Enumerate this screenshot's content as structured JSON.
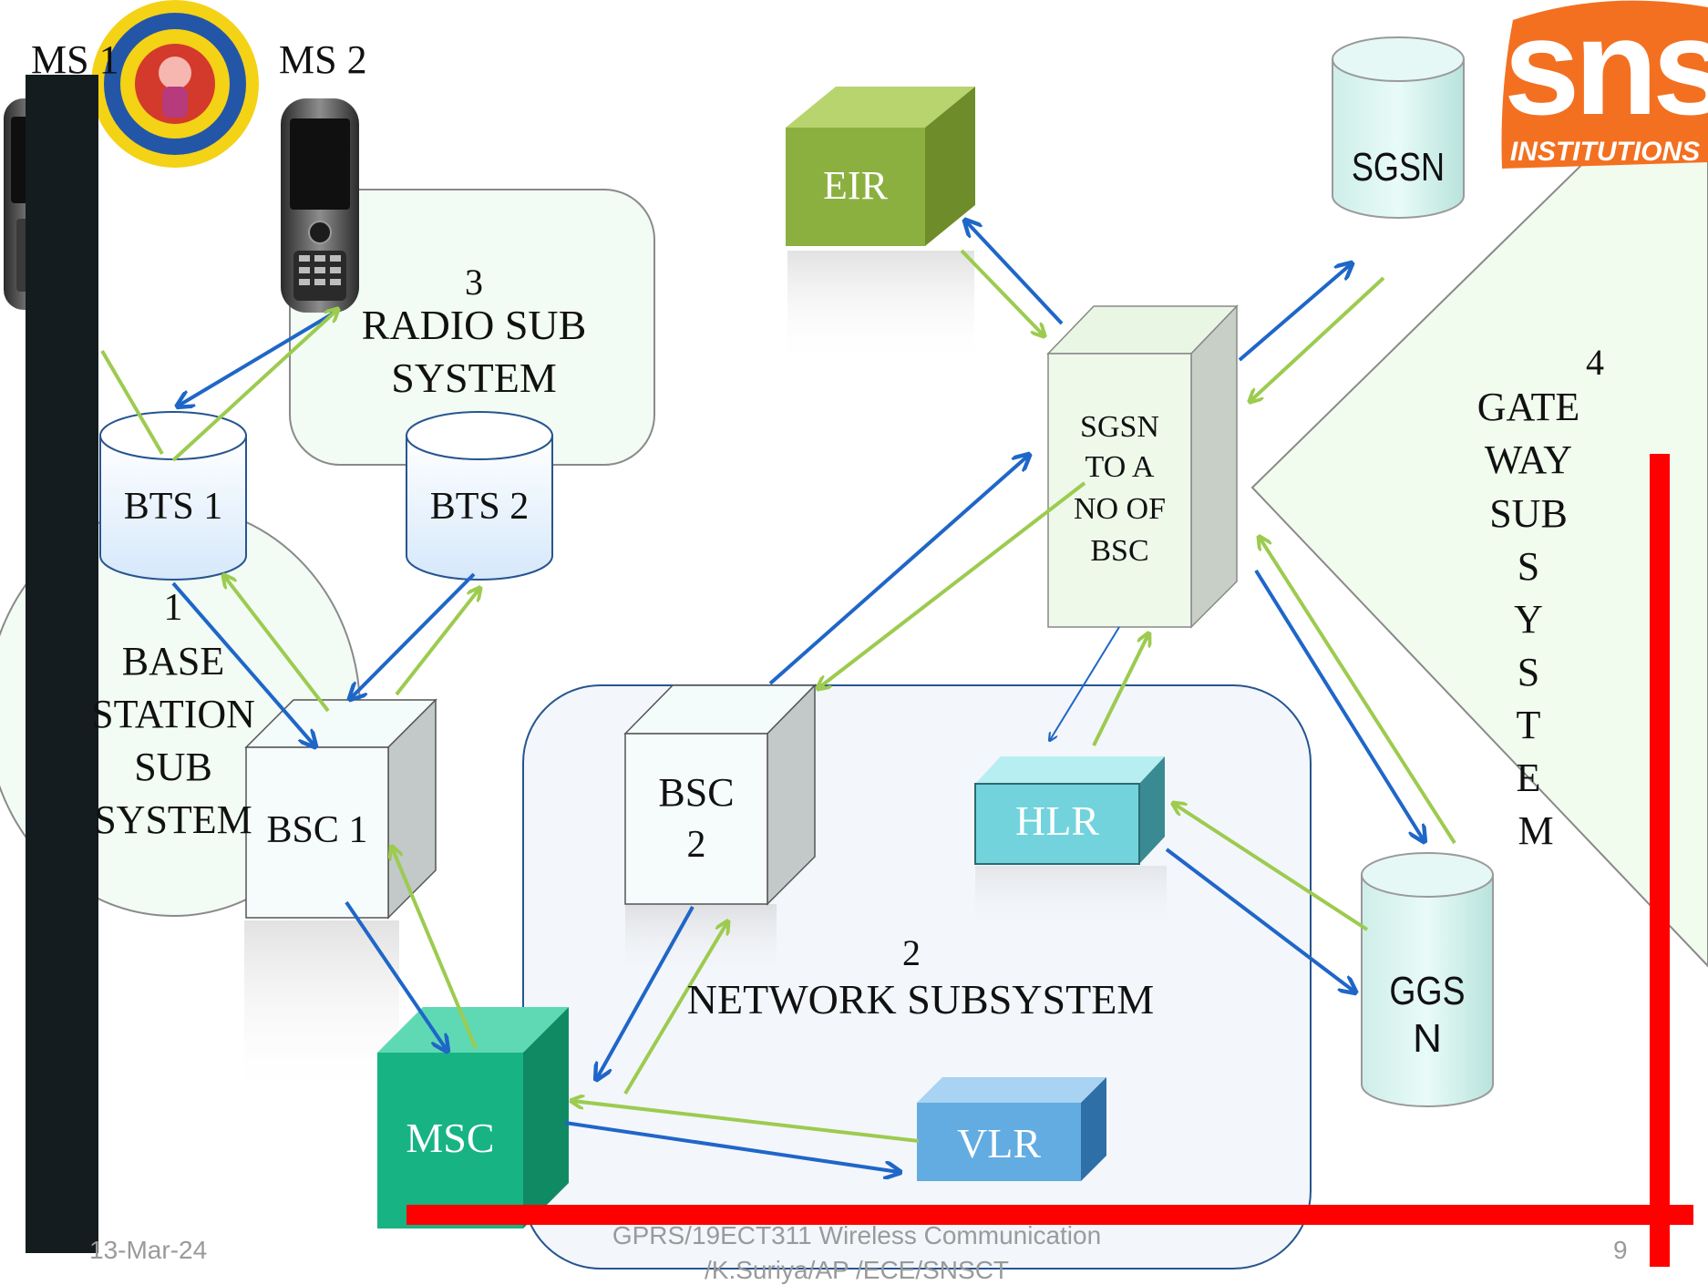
{
  "diagram": {
    "mobiles": {
      "ms1_label": "MS 1",
      "ms2_label": "MS 2"
    },
    "subsystems": {
      "radio": {
        "number": "3",
        "line1": "RADIO SUB",
        "line2": "SYSTEM"
      },
      "base_station": {
        "number": "1",
        "line1": "BASE",
        "line2": "STATION",
        "line3": "SUB",
        "line4": "SYSTEM"
      },
      "network": {
        "number": "2",
        "title": "NETWORK SUBSYSTEM"
      },
      "gateway": {
        "number": "4",
        "line1": "GATE",
        "line2": "WAY",
        "line3": "SUB",
        "letters": [
          "S",
          "Y",
          "S",
          "T",
          "E",
          "M"
        ]
      }
    },
    "nodes": {
      "bts1": "BTS 1",
      "bts2": "BTS 2",
      "bsc1": "BSC 1",
      "bsc2_line1": "BSC",
      "bsc2_line2": "2",
      "msc": "MSC",
      "vlr": "VLR",
      "hlr": "HLR",
      "eir": "EIR",
      "sgsn": "SGSN",
      "sgsn_box_lines": [
        "SGSN",
        "TO A",
        "NO OF",
        "BSC"
      ],
      "ggsn_line1": "GGS",
      "ggsn_line2": "N"
    },
    "logos": {
      "sns_text": "sns",
      "sns_sub": "INSTITUTIONS"
    },
    "colors": {
      "blue_arrow": "#1f66c8",
      "green_arrow": "#9ccb4f",
      "red_mark": "#ff0000",
      "black_bar": "#151c1f"
    }
  },
  "footer": {
    "date": "13-Mar-24",
    "title_line1": "GPRS/19ECT311 Wireless Communication",
    "title_line2": "/K.Suriya/AP /ECE/SNSCT",
    "page": "9"
  }
}
